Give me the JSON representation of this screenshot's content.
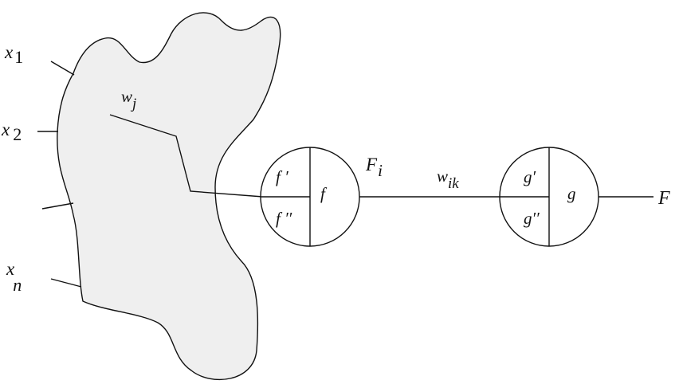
{
  "inputs": {
    "x1": {
      "base": "x",
      "sub": "1"
    },
    "x2": {
      "base": "x",
      "sub": "2"
    },
    "xn": {
      "base": "x",
      "sub": "n"
    }
  },
  "weights": {
    "wj": {
      "base": "w",
      "sub": "j"
    },
    "wik": {
      "base": "w",
      "sub": "ik"
    }
  },
  "node_f": {
    "output_label": {
      "base": "F",
      "sub": "i"
    },
    "first_derivative": "f ′",
    "second_derivative": "f ′′",
    "function": "f"
  },
  "node_g": {
    "first_derivative": "g′",
    "second_derivative": "g′′",
    "function": "g"
  },
  "output": "F"
}
